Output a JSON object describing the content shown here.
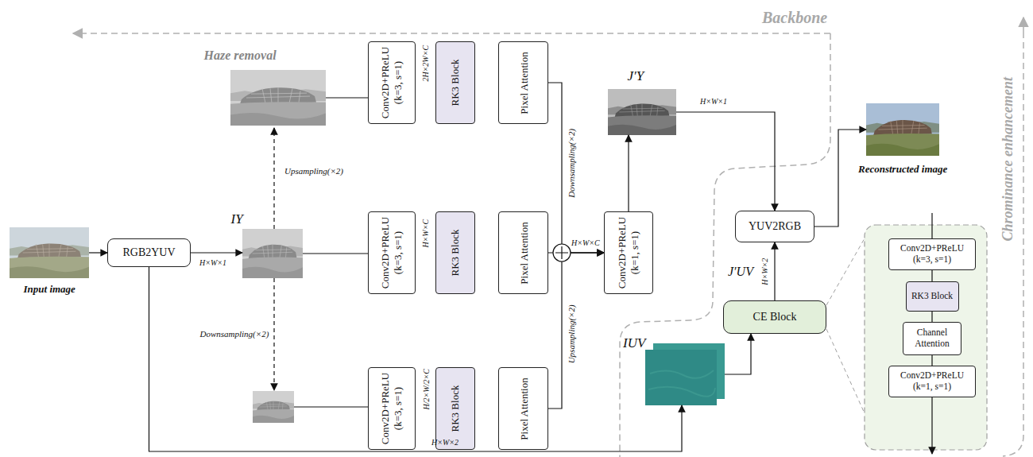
{
  "diagram": {
    "nodes": [
      {
        "text": [
          "Input image"
        ]
      },
      {
        "text": [
          "RGB2YUV"
        ]
      },
      {
        "text": [
          "IY"
        ]
      },
      {
        "text": [
          "Conv2D+PReLU",
          "(k=3, s=1)"
        ]
      },
      {
        "text": [
          "RK3 Block"
        ]
      },
      {
        "text": [
          "Pixel Attention"
        ]
      },
      {
        "text": [
          "Conv2D+PReLU",
          "(k=3, s=1)"
        ]
      },
      {
        "text": [
          "RK3 Block"
        ]
      },
      {
        "text": [
          "Pixel Attention"
        ]
      },
      {
        "text": [
          "Conv2D+PReLU",
          "(k=3, s=1)"
        ]
      },
      {
        "text": [
          "RK3 Block"
        ]
      },
      {
        "text": [
          "Pixel Attention"
        ]
      },
      {
        "text": [
          "Conv2D+PReLU",
          "(k=1, s=1)"
        ]
      },
      {
        "text": [
          "J′Y"
        ]
      },
      {
        "text": [
          "YUV2RGB"
        ]
      },
      {
        "text": [
          "Reconstructed image"
        ]
      },
      {
        "text": [
          "IUV"
        ]
      },
      {
        "text": [
          "CE Block"
        ]
      },
      {
        "text": [
          "Conv2D+PReLU",
          "(k=3, s=1)"
        ]
      },
      {
        "text": [
          "RK3 Block"
        ]
      },
      {
        "text": [
          "Channel Attention"
        ]
      },
      {
        "text": [
          "Conv2D+PReLU",
          "(k=1, s=1)"
        ]
      }
    ],
    "edges": [
      {
        "from": 0,
        "to": 1,
        "arrow": "to"
      },
      {
        "from": 1,
        "to": 2,
        "label": "H×W×1",
        "arrow": "to"
      },
      {
        "from": 1,
        "to": 16,
        "label": "H×W×2",
        "arrow": "to"
      },
      {
        "from": 2,
        "to": 6,
        "arrow": "none"
      },
      {
        "from": 5,
        "to": 12,
        "label": "Downsampling(×2)",
        "arrow": "to"
      },
      {
        "from": 8,
        "to": 12,
        "arrow": "to"
      },
      {
        "from": 11,
        "to": 12,
        "label": "Upsampling(×2)",
        "arrow": "to"
      },
      {
        "from": 12,
        "to": 13,
        "arrow": "to"
      },
      {
        "from": 13,
        "to": 14,
        "label": "H×W×1",
        "arrow": "to"
      },
      {
        "from": 14,
        "to": 15,
        "arrow": "to"
      },
      {
        "from": 16,
        "to": 17,
        "arrow": "to"
      },
      {
        "from": 17,
        "to": 14,
        "label": "H×W×2",
        "arrow": "to"
      },
      {
        "from": 18,
        "to": 19,
        "arrow": "none"
      },
      {
        "from": 19,
        "to": 20,
        "arrow": "none"
      },
      {
        "from": 20,
        "to": 21,
        "arrow": "none"
      }
    ],
    "labels": [
      "Backbone",
      "Haze removal",
      "Upsampling(×2)",
      "Downsampling(×2)",
      "2H×2W×C",
      "H×W×C",
      "H/2×W/2×C",
      "H×W×C",
      "J′UV",
      "Chrominance enhancement"
    ]
  }
}
